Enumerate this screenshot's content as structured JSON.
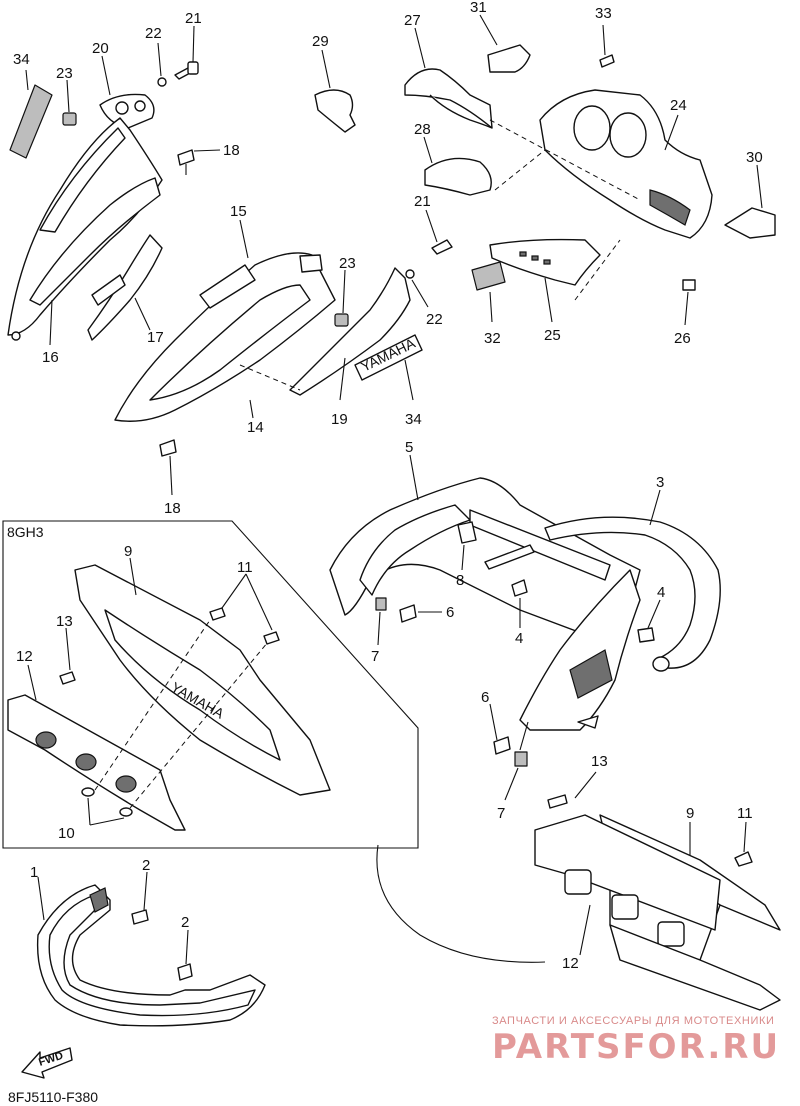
{
  "diagram": {
    "variant_label": "8GH3",
    "code": "8FJ5110-F380",
    "fwd_label": "FWD",
    "decal_text": "YAMAHA",
    "part_labels": {
      "p34a": "34",
      "p23a": "23",
      "p20": "20",
      "p22a": "22",
      "p21a": "21",
      "p29": "29",
      "p27": "27",
      "p31": "31",
      "p33": "33",
      "p24": "24",
      "p18a": "18",
      "p28": "28",
      "p30": "30",
      "p21b": "21",
      "p15": "15",
      "p23b": "23",
      "p22b": "22",
      "p32": "32",
      "p25": "25",
      "p26": "26",
      "p16": "16",
      "p17": "17",
      "p14": "14",
      "p19": "19",
      "p34b": "34",
      "p18b": "18",
      "p5": "5",
      "p3": "3",
      "p8": "8",
      "p6a": "6",
      "p4a": "4",
      "p4b": "4",
      "p7a": "7",
      "p6b": "6",
      "p7b": "7",
      "p13b": "13",
      "p9b": "9",
      "p11b": "11",
      "p12b": "12",
      "p9a": "9",
      "p11a": "11",
      "p13a": "13",
      "p12a": "12",
      "p10": "10",
      "p1": "1",
      "p2a": "2",
      "p2b": "2"
    }
  },
  "watermark": {
    "subtitle": "ЗАПЧАСТИ И АКСЕССУАРЫ ДЛЯ МОТОТЕХНИКИ",
    "brand": "PARTSFOR.RU"
  }
}
